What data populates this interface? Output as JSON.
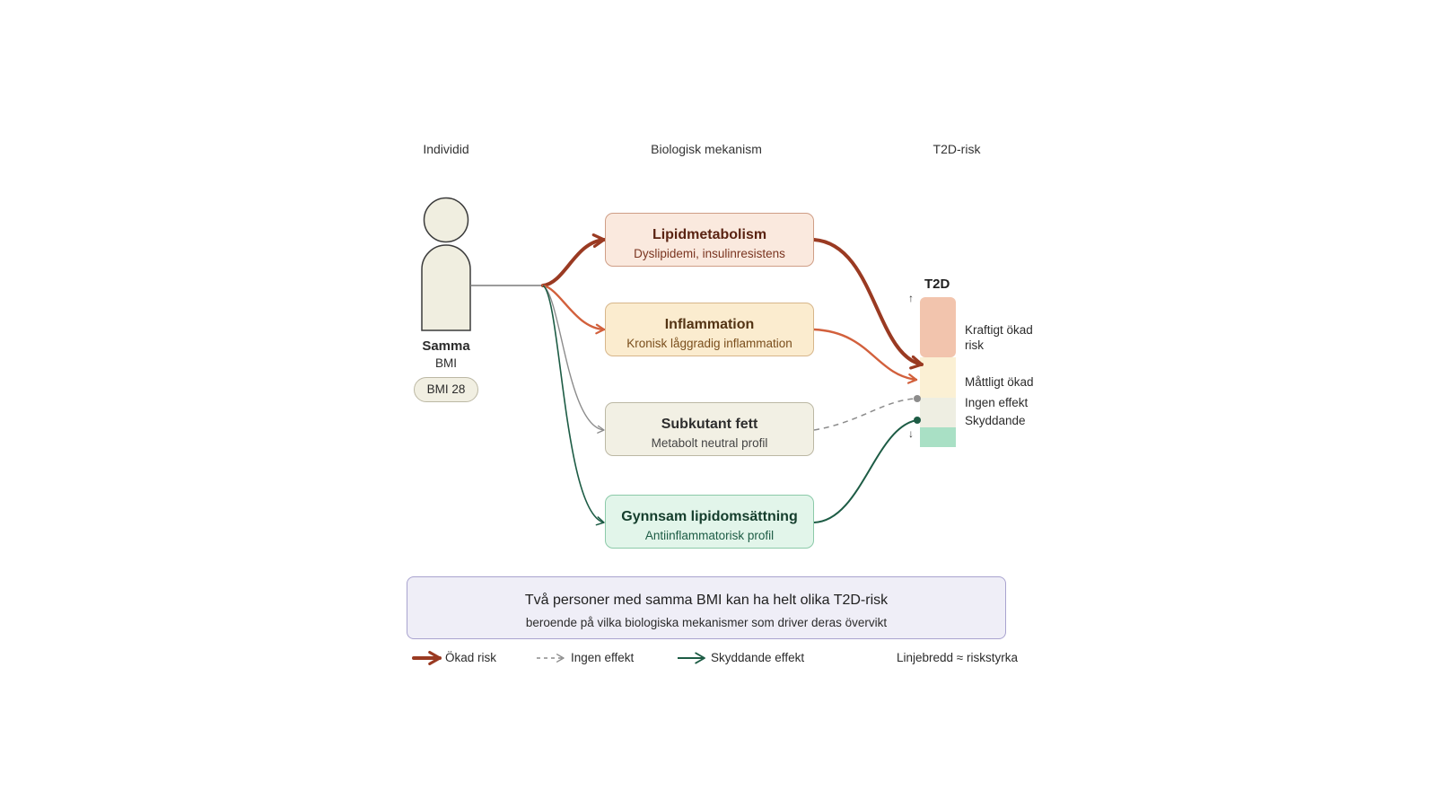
{
  "headers": {
    "individual": "Individid",
    "mechanism": "Biologisk mekanism",
    "risk": "T2D-risk"
  },
  "person": {
    "title": "Samma",
    "subtitle": "BMI",
    "badge": "BMI 28"
  },
  "mechanisms": [
    {
      "title": "Lipidmetabolism",
      "subtitle": "Dyslipidemi, insulinresistens"
    },
    {
      "title": "Inflammation",
      "subtitle": "Kronisk låggradig inflammation"
    },
    {
      "title": "Subkutant fett",
      "subtitle": "Metabolt neutral profil"
    },
    {
      "title": "Gynnsam lipidomsättning",
      "subtitle": "Antiinflammatorisk profil"
    }
  ],
  "scale": {
    "title": "T2D",
    "levels": [
      "Kraftigt ökad risk",
      "Måttligt ökad",
      "Ingen effekt",
      "Skyddande"
    ],
    "arrow_up": "↑",
    "arrow_down": "↓"
  },
  "summary": {
    "heading": "Två personer med samma BMI kan ha helt olika T2D-risk",
    "text": "beroende på vilka biologiska mekanismer som driver deras övervikt"
  },
  "legend": {
    "increased": "Ökad risk",
    "none": "Ingen effekt",
    "protective": "Skyddande effekt",
    "width_note": "Linjebredd ≈ riskstyrka"
  },
  "colors": {
    "strong_risk": "#9a3a22",
    "moderate_risk": "#d2603c",
    "neutral": "#8c8c8c",
    "protective": "#1d5c45",
    "scale_strong": "#f2c4ad",
    "scale_moderate": "#fbf0d4",
    "scale_none": "#eeeee2",
    "scale_protective": "#a9e0c5"
  }
}
